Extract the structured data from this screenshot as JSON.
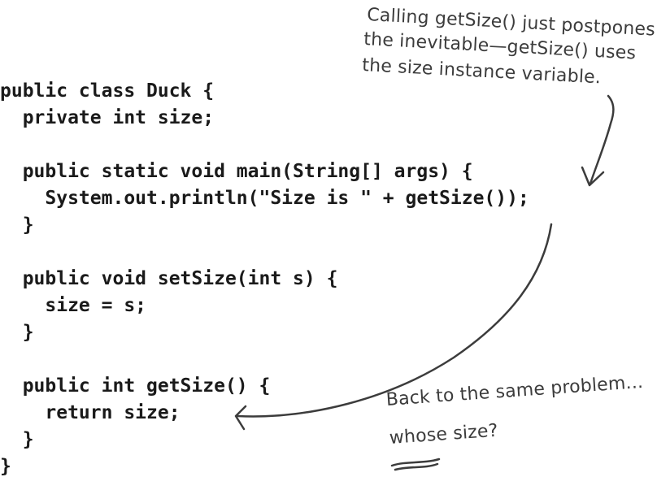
{
  "code": {
    "lines": [
      "public class Duck {",
      "  private int size;",
      "",
      "  public static void main(String[] args) {",
      "    System.out.println(\"Size is \" + getSize());",
      "  }",
      "",
      "  public void setSize(int s) {",
      "    size = s;",
      "  }",
      "",
      "  public int getSize() {",
      "    return size;",
      "  }",
      "}"
    ]
  },
  "annotations": {
    "top_note": {
      "line1": "Calling getSize() just postpones",
      "line2": "the inevitable—getSize() uses",
      "line3": "the size instance variable."
    },
    "bottom_note": {
      "line1": "Back to the same problem...",
      "line2": "whose size?"
    }
  },
  "colors": {
    "code": "#1a1a1a",
    "handwriting": "#3c3c3c"
  }
}
